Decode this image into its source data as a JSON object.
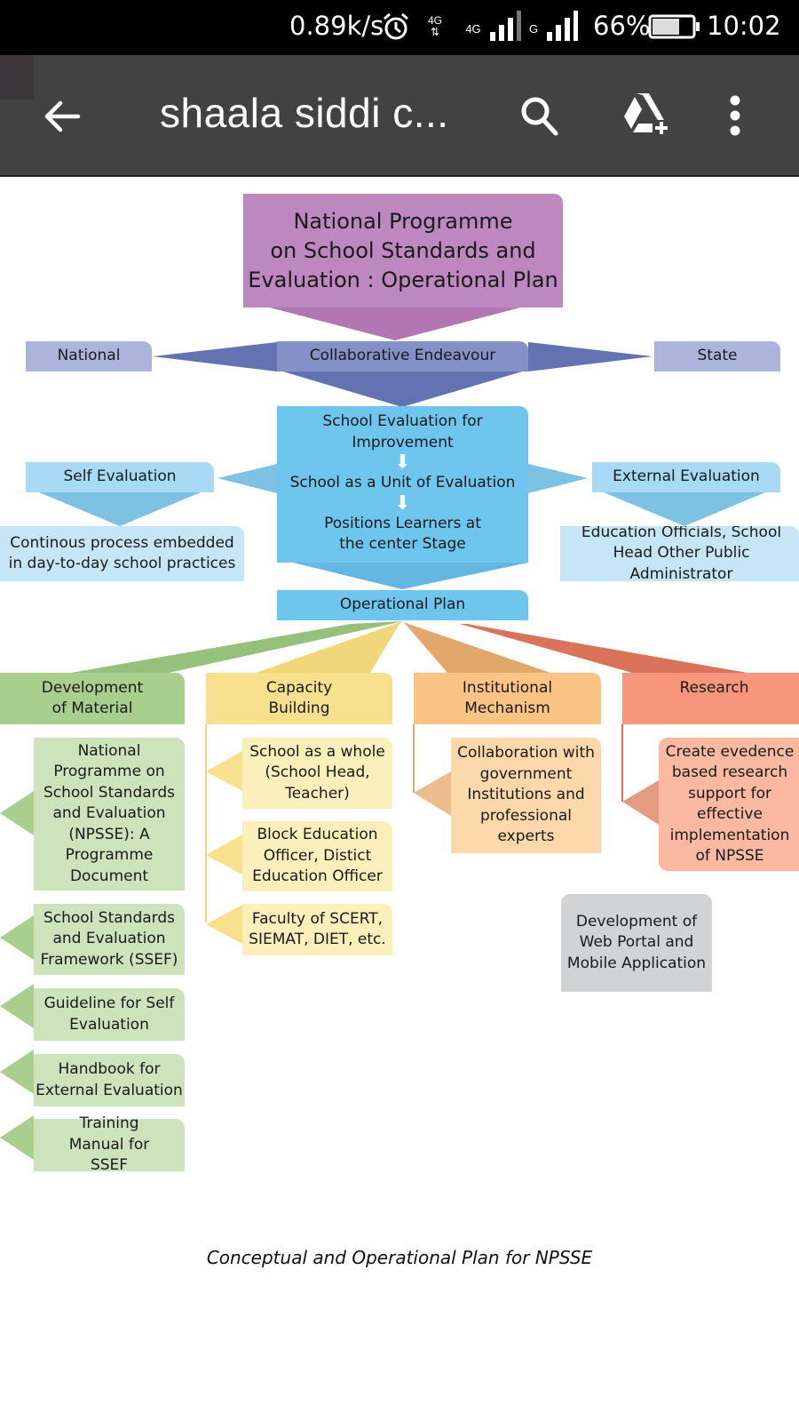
{
  "status_bar": {
    "network_speed": "0.89k/s",
    "battery_percent": "66%",
    "time": "10:02",
    "icons": [
      "alarm-icon",
      "data-4g-icon",
      "signal-4g-icon",
      "signal-g-icon",
      "battery-icon"
    ]
  },
  "app_bar": {
    "title": "shaala siddi c...",
    "back_icon": "arrow-left-icon",
    "search_icon": "search-icon",
    "drive_icon": "add-to-drive-icon",
    "menu_icon": "more-vert-icon"
  },
  "diagram": {
    "top": "National Programme on School Standards and Evaluation : Operational Plan",
    "top_lines": [
      "National Programme",
      "on School Standards and",
      "Evaluation : Operational Plan"
    ],
    "national": "National",
    "collaborative": "Collaborative Endeavour",
    "state": "State",
    "center": {
      "line1": "School Evaluation for Improvement",
      "line2": "School as a Unit of Evaluation",
      "line3": "Positions Learners at the center Stage"
    },
    "self_eval": "Self Evaluation",
    "self_eval_desc": "Continous process embedded in day-to-day school practices",
    "external_eval": "External Evaluation",
    "external_eval_desc": "Education Officials, School Head Other Public Administrator",
    "operational_plan": "Operational Plan",
    "columns": [
      {
        "title": "Development of Material",
        "color": "#a9cf8f",
        "items": [
          "National Programme on School Standards and Evaluation (NPSSE): A Programme Document",
          "School Standards and Evaluation Framework (SSEF)",
          "Guideline for Self Evaluation",
          "Handbook for External Evaluation",
          "Training Manual for SSEF"
        ]
      },
      {
        "title": "Capacity Building",
        "color": "#f7e08e",
        "items": [
          "School as a whole (School Head, Teacher)",
          "Block Education Officer, Distict Education Officer",
          "Faculty of SCERT, SIEMAT, DIET, etc."
        ]
      },
      {
        "title": "Institutional Mechanism",
        "color": "#fbc384",
        "items": [
          "Collaboration with government Institutions and professional experts"
        ]
      },
      {
        "title": "Research",
        "color": "#f7967a",
        "items": [
          "Create evedence based research support for effective implementation of NPSSE"
        ]
      }
    ],
    "web_portal": "Development of Web Portal and Mobile Application",
    "caption": "Conceptual and Operational Plan for NPSSE"
  },
  "colors": {
    "top_purple": "#bd88bf",
    "collab_blue": "#8490c8",
    "side_blue": "#adb4dc",
    "center_blue": "#6ec6ef",
    "light_blue": "#a8daf5",
    "pale_blue": "#c6e6f7",
    "gray": "#d2d3d5"
  }
}
